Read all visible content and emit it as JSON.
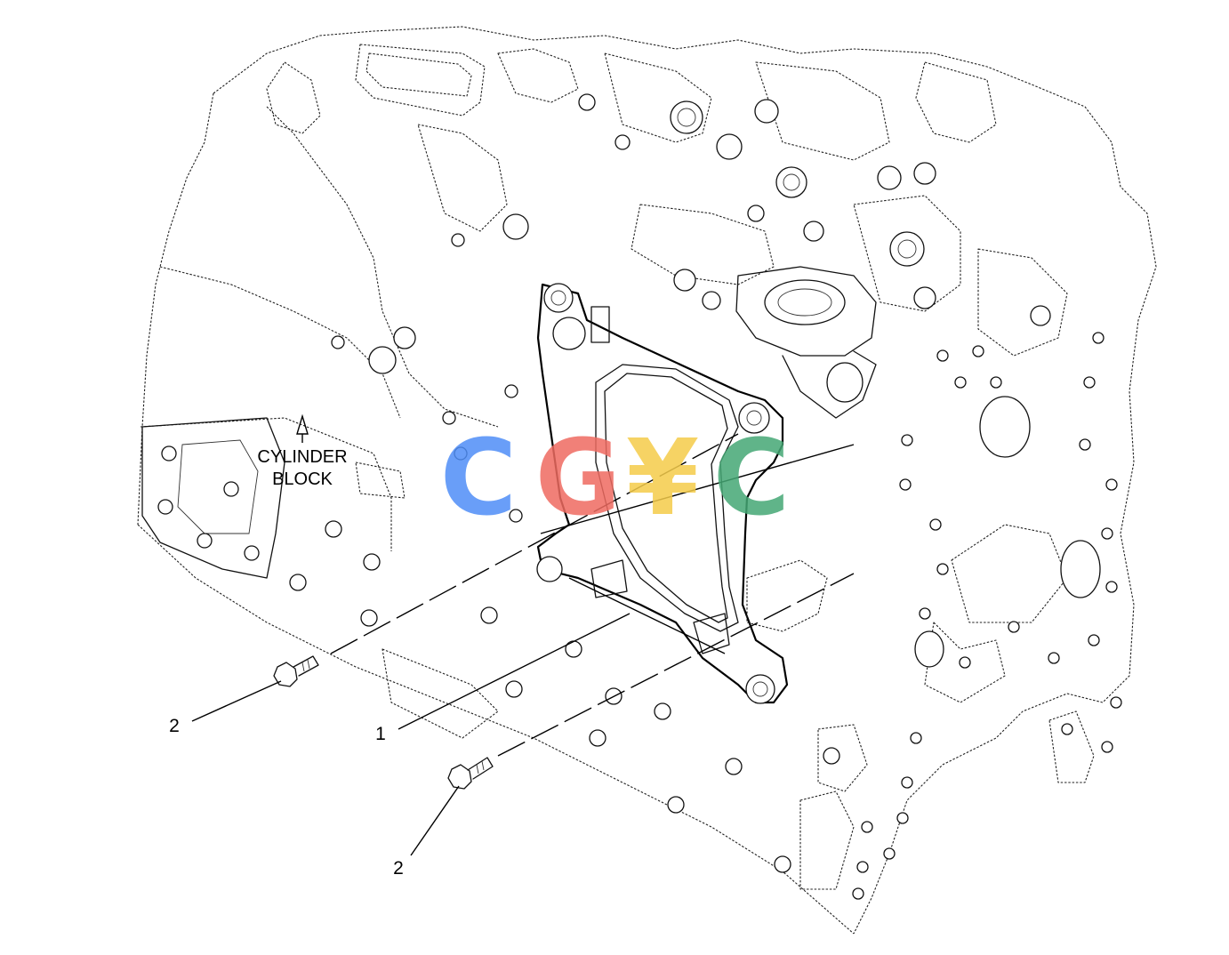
{
  "diagram": {
    "label_cylinder_block_line1": "CYLINDER",
    "label_cylinder_block_line2": "BLOCK",
    "callouts": [
      "2",
      "1",
      "2"
    ]
  },
  "watermark": {
    "letters": [
      "C",
      "G",
      "¥",
      "C"
    ],
    "colors": [
      "#4f8ef7",
      "#ef6b61",
      "#f5cc4a",
      "#45a875"
    ]
  }
}
